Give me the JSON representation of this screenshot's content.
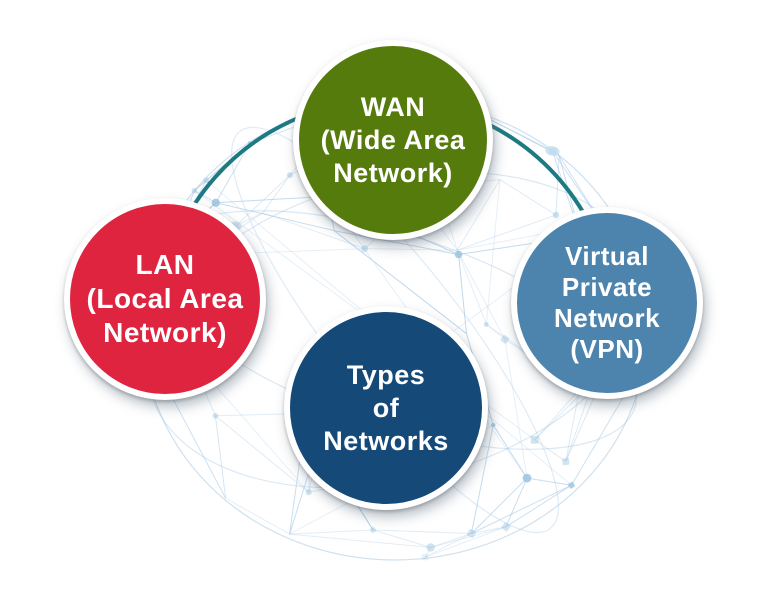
{
  "title": "Types of Networks",
  "center": {
    "id": "types-of-networks",
    "lines": [
      "Types",
      "of",
      "Networks"
    ],
    "color": "#144978"
  },
  "satellites": [
    {
      "id": "wan",
      "lines": [
        "WAN",
        "(Wide Area",
        "Network)"
      ],
      "color": "#567b0d"
    },
    {
      "id": "lan",
      "lines": [
        "LAN",
        "(Local Area",
        "Network)"
      ],
      "color": "#df2440"
    },
    {
      "id": "vpn",
      "lines": [
        "Virtual",
        "Private",
        "Network",
        "(VPN)"
      ],
      "color": "#4d84ae"
    }
  ],
  "background": {
    "canvas_color": "#ffffff",
    "mesh_line_color": "#aecde6",
    "mesh_node_color": "#9cc4de",
    "mesh_blob_color": "#c3dcee",
    "ring_color": "#1e7a82",
    "text_color": "#ffffff"
  }
}
